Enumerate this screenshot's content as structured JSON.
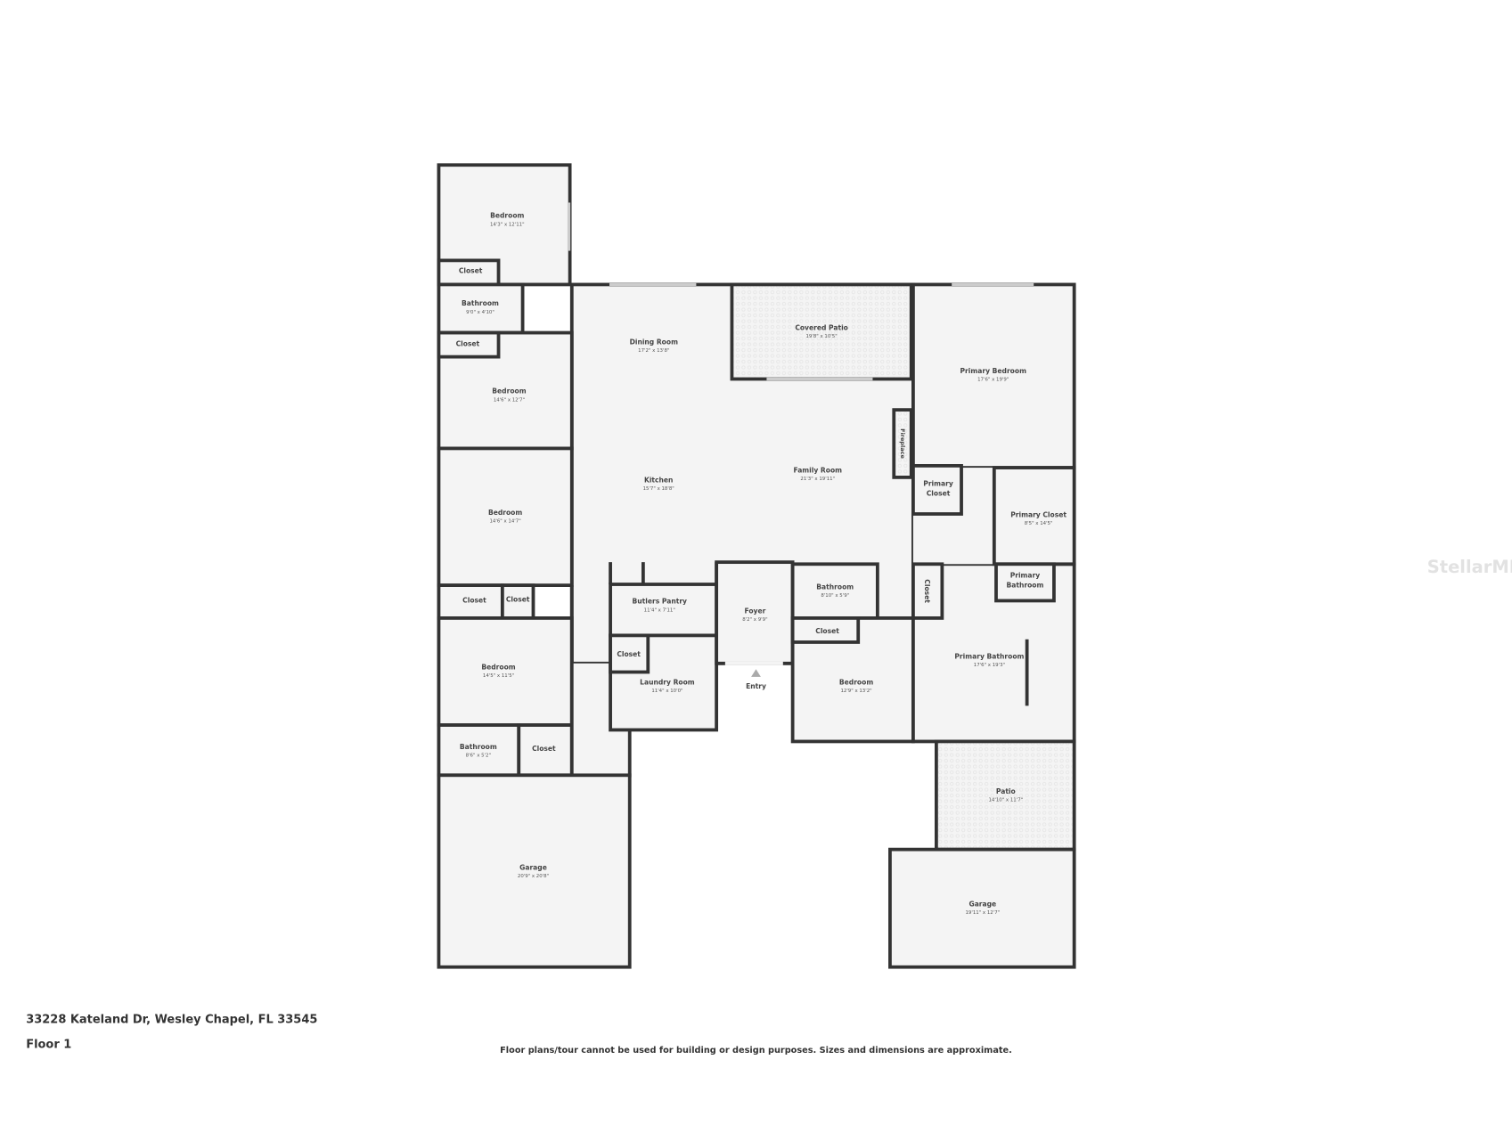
{
  "rooms": {
    "bedroom_a": {
      "name": "Bedroom",
      "dims": "14'3\" x 12'11\""
    },
    "closet_a": {
      "name": "Closet"
    },
    "bathroom_a": {
      "name": "Bathroom",
      "dims": "9'0\" x 4'10\""
    },
    "closet_b": {
      "name": "Closet"
    },
    "bedroom_b": {
      "name": "Bedroom",
      "dims": "14'6\" x 12'7\""
    },
    "bedroom_c": {
      "name": "Bedroom",
      "dims": "14'6\" x 14'7\""
    },
    "closet_c": {
      "name": "Closet"
    },
    "closet_d": {
      "name": "Closet"
    },
    "bedroom_d": {
      "name": "Bedroom",
      "dims": "14'5\" x 11'5\""
    },
    "bathroom_b": {
      "name": "Bathroom",
      "dims": "8'6\" x 5'2\""
    },
    "closet_e": {
      "name": "Closet"
    },
    "garage_a": {
      "name": "Garage",
      "dims": "20'9\" x 20'8\""
    },
    "dining": {
      "name": "Dining Room",
      "dims": "17'2\" x 13'8\""
    },
    "kitchen": {
      "name": "Kitchen",
      "dims": "15'7\" x 18'8\""
    },
    "covered_patio": {
      "name": "Covered Patio",
      "dims": "19'8\" x 10'5\""
    },
    "family": {
      "name": "Family Room",
      "dims": "21'3\" x 19'11\""
    },
    "fireplace": {
      "name": "Fireplace"
    },
    "butlers": {
      "name": "Butlers Pantry",
      "dims": "11'4\" x 7'11\""
    },
    "closet_f": {
      "name": "Closet"
    },
    "laundry": {
      "name": "Laundry Room",
      "dims": "11'4\" x 10'0\""
    },
    "foyer": {
      "name": "Foyer",
      "dims": "8'2\" x 9'9\""
    },
    "entry": {
      "name": "Entry"
    },
    "bathroom_c": {
      "name": "Bathroom",
      "dims": "8'10\" x 5'9\""
    },
    "closet_g": {
      "name": "Closet"
    },
    "bedroom_e": {
      "name": "Bedroom",
      "dims": "12'9\" x 13'2\""
    },
    "primary_bedroom": {
      "name": "Primary Bedroom",
      "dims": "17'6\" x 19'9\""
    },
    "primary_closet_small": {
      "name1": "Primary",
      "name2": "Closet"
    },
    "primary_closet": {
      "name": "Primary Closet",
      "dims": "8'5\" x 14'5\""
    },
    "closet_h": {
      "name": "Closet"
    },
    "primary_bath_small": {
      "name1": "Primary",
      "name2": "Bathroom"
    },
    "primary_bath": {
      "name": "Primary Bathroom",
      "dims": "17'6\" x 19'3\""
    },
    "patio": {
      "name": "Patio",
      "dims": "14'10\" x 11'7\""
    },
    "garage_b": {
      "name": "Garage",
      "dims": "19'11\" x 12'7\""
    }
  },
  "footer": {
    "address": "33228 Kateland Dr, Wesley Chapel, FL 33545",
    "floor": "Floor 1",
    "disclaimer": "Floor plans/tour cannot be used for building or design purposes. Sizes and dimensions are approximate."
  },
  "watermark": "StellarMLS",
  "colors": {
    "wall": "#333333",
    "floor": "#f4f4f4"
  }
}
